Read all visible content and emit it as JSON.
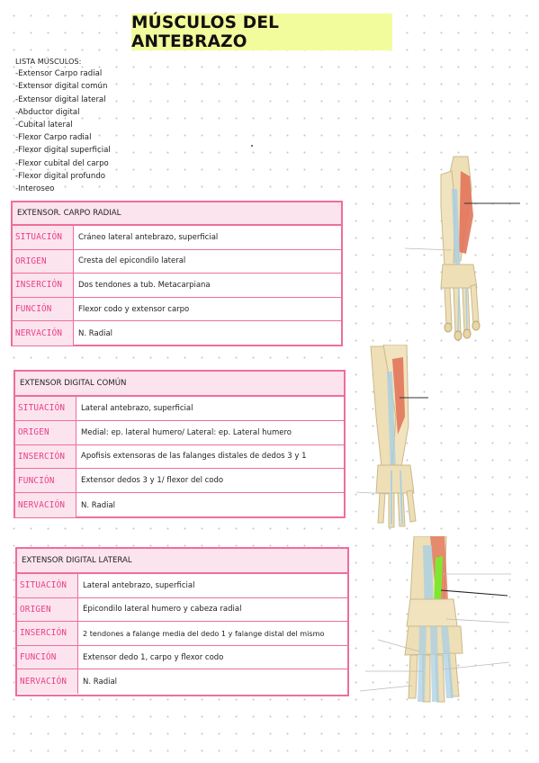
{
  "title": "MÚSCULOS DEL ANTEBRAZO",
  "muscle_list": {
    "heading": "LISTA MÚSCULOS:",
    "items": [
      "-Extensor Carpo radial",
      "-Extensor digital común",
      "-Extensor digital lateral",
      "-Abductor digital",
      "-Cubital lateral",
      "-Flexor Carpo radial",
      "-Flexor digital superficial",
      "-Flexor cubital del carpo",
      "-Flexor digital profundo",
      "-Interoseo"
    ]
  },
  "cards": [
    {
      "title": "EXTENSOR. CARPO RADIAL",
      "rows": [
        {
          "label": "SITUACIÓN",
          "value": "Cráneo lateral antebrazo, superficial"
        },
        {
          "label": "ORIGEN",
          "value": "Cresta del epicondilo lateral"
        },
        {
          "label": "INSERCIÓN",
          "value": "Dos tendones a tub. Metacarpiana"
        },
        {
          "label": "FUNCIÓN",
          "value": "Flexor codo y extensor carpo"
        },
        {
          "label": "NERVACIÓN",
          "value": "N. Radial"
        }
      ]
    },
    {
      "title": "EXTENSOR DIGITAL COMÚN",
      "rows": [
        {
          "label": "SITUACIÓN",
          "value": "Lateral antebrazo, superficial"
        },
        {
          "label": "ORIGEN",
          "value": "Medial: ep. lateral humero/ Lateral: ep. Lateral humero"
        },
        {
          "label": "INSERCIÓN",
          "value": "Apofisis extensoras de las falanges distales de dedos 3 y 1"
        },
        {
          "label": "FUNCIÓN",
          "value": "Extensor dedos 3 y 1/ flexor del codo"
        },
        {
          "label": "NERVACIÓN",
          "value": "N. Radial"
        }
      ]
    },
    {
      "title": "EXTENSOR DIGITAL LATERAL",
      "rows": [
        {
          "label": "SITUACIÓN",
          "value": "Lateral antebrazo, superficial"
        },
        {
          "label": "ORIGEN",
          "value": "Epicondilo lateral humero y cabeza radial"
        },
        {
          "label": "INSERCIÓN",
          "value": "2 tendones a falange media del dedo 1 y falange distal del mismo"
        },
        {
          "label": "FUNCIÓN",
          "value": "Extensor dedo 1, carpo y flexor codo"
        },
        {
          "label": "NERVACIÓN",
          "value": "N. Radial"
        }
      ]
    }
  ],
  "colors": {
    "title_bg": "#f3fc9c",
    "card_border": "#ee6e9c",
    "card_fill": "#fce4ee",
    "label_text": "#e83e8a",
    "muscle_red": "#e2745a",
    "muscle_highlight": "#7ee82f",
    "bone": "#eedfb6",
    "tendon": "#a9cfe3"
  },
  "icons": [
    "forearm-illustration-1",
    "forearm-illustration-2",
    "forearm-illustration-3"
  ]
}
